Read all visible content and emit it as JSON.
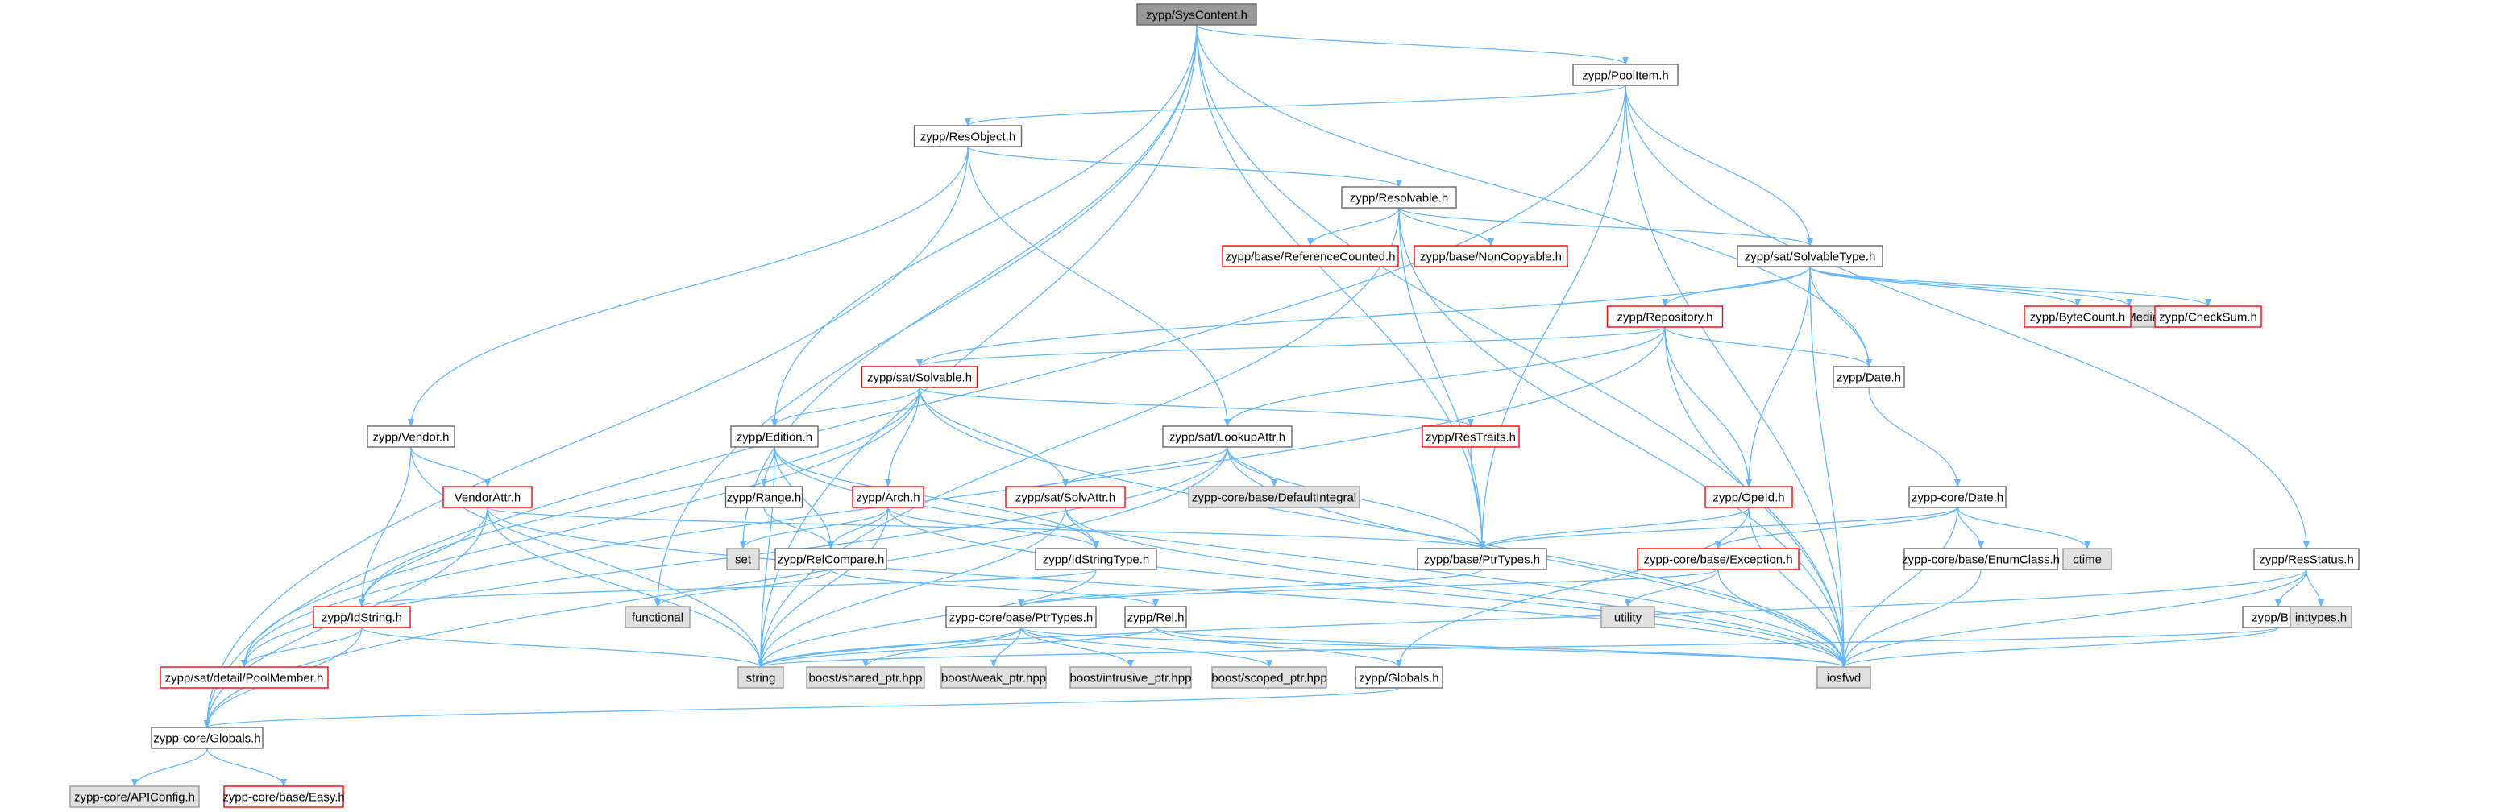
{
  "title": "zypp/SysContent.h",
  "colors": {
    "edge": "#63B8FF",
    "box_border_normal": "#666666",
    "box_border_incomplete": "#FF0000",
    "box_fill": "#FFFFFF",
    "box_fill_system": "#E0E0E0",
    "box_border_system": "#999999",
    "box_fill_root": "#999999",
    "box_border_root": "#666666"
  },
  "nodes": [
    {
      "id": "syscontent",
      "label": "zypp/SysContent.h",
      "kind": "root"
    },
    {
      "id": "poolitem",
      "label": "zypp/PoolItem.h",
      "kind": "normal"
    },
    {
      "id": "resobject",
      "label": "zypp/ResObject.h",
      "kind": "normal"
    },
    {
      "id": "resolvable",
      "label": "zypp/Resolvable.h",
      "kind": "normal"
    },
    {
      "id": "refcounted",
      "label": "zypp/base/ReferenceCounted.h",
      "kind": "incomplete"
    },
    {
      "id": "noncopyable",
      "label": "zypp/base/NonCopyable.h",
      "kind": "incomplete"
    },
    {
      "id": "solvabletype",
      "label": "zypp/sat/SolvableType.h",
      "kind": "normal"
    },
    {
      "id": "onmedia",
      "label": "zypp-core/OnMediaLocation",
      "kind": "system"
    },
    {
      "id": "bytecount",
      "label": "zypp/ByteCount.h",
      "kind": "incomplete"
    },
    {
      "id": "checksum",
      "label": "zypp/CheckSum.h",
      "kind": "incomplete"
    },
    {
      "id": "repository",
      "label": "zypp/Repository.h",
      "kind": "incomplete"
    },
    {
      "id": "date",
      "label": "zypp/Date.h",
      "kind": "normal"
    },
    {
      "id": "solvable",
      "label": "zypp/sat/Solvable.h",
      "kind": "incomplete"
    },
    {
      "id": "vendor",
      "label": "zypp/Vendor.h",
      "kind": "normal"
    },
    {
      "id": "edition",
      "label": "zypp/Edition.h",
      "kind": "normal"
    },
    {
      "id": "lookupattr",
      "label": "zypp/sat/LookupAttr.h",
      "kind": "normal"
    },
    {
      "id": "restraits",
      "label": "zypp/ResTraits.h",
      "kind": "incomplete"
    },
    {
      "id": "vendorattr",
      "label": "VendorAttr.h",
      "kind": "incomplete"
    },
    {
      "id": "range",
      "label": "zypp/Range.h",
      "kind": "normal"
    },
    {
      "id": "arch",
      "label": "zypp/Arch.h",
      "kind": "incomplete"
    },
    {
      "id": "solvattr",
      "label": "zypp/sat/SolvAttr.h",
      "kind": "incomplete"
    },
    {
      "id": "defaultintegral",
      "label": "zypp-core/base/DefaultIntegral",
      "kind": "system"
    },
    {
      "id": "opeid",
      "label": "zypp/OpeId.h",
      "kind": "incomplete"
    },
    {
      "id": "coredate",
      "label": "zypp-core/Date.h",
      "kind": "normal"
    },
    {
      "id": "set",
      "label": "set",
      "kind": "system"
    },
    {
      "id": "relcompare",
      "label": "zypp/RelCompare.h",
      "kind": "normal"
    },
    {
      "id": "idstringtype",
      "label": "zypp/IdStringType.h",
      "kind": "normal"
    },
    {
      "id": "ptrtypes",
      "label": "zypp/base/PtrTypes.h",
      "kind": "normal"
    },
    {
      "id": "exception",
      "label": "zypp-core/base/Exception.h",
      "kind": "incomplete"
    },
    {
      "id": "enumclass",
      "label": "zypp-core/base/EnumClass.h",
      "kind": "normal"
    },
    {
      "id": "ctime",
      "label": "ctime",
      "kind": "system"
    },
    {
      "id": "resstatus",
      "label": "zypp/ResStatus.h",
      "kind": "normal"
    },
    {
      "id": "idstring",
      "label": "zypp/IdString.h",
      "kind": "incomplete"
    },
    {
      "id": "functional",
      "label": "functional",
      "kind": "system"
    },
    {
      "id": "coreptrtypes",
      "label": "zypp-core/base/PtrTypes.h",
      "kind": "normal"
    },
    {
      "id": "rel",
      "label": "zypp/Rel.h",
      "kind": "normal"
    },
    {
      "id": "utility",
      "label": "utility",
      "kind": "system"
    },
    {
      "id": "bit",
      "label": "zypp/Bit.h",
      "kind": "normal"
    },
    {
      "id": "inttypes",
      "label": "inttypes.h",
      "kind": "system"
    },
    {
      "id": "poolmember",
      "label": "zypp/sat/detail/PoolMember.h",
      "kind": "incomplete"
    },
    {
      "id": "string",
      "label": "string",
      "kind": "system"
    },
    {
      "id": "sharedptr",
      "label": "boost/shared_ptr.hpp",
      "kind": "system"
    },
    {
      "id": "weakptr",
      "label": "boost/weak_ptr.hpp",
      "kind": "system"
    },
    {
      "id": "intrusiveptr",
      "label": "boost/intrusive_ptr.hpp",
      "kind": "system"
    },
    {
      "id": "scopedptr",
      "label": "boost/scoped_ptr.hpp",
      "kind": "system"
    },
    {
      "id": "globals",
      "label": "zypp/Globals.h",
      "kind": "normal"
    },
    {
      "id": "iosfwd",
      "label": "iosfwd",
      "kind": "system"
    },
    {
      "id": "coreglobals",
      "label": "zypp-core/Globals.h",
      "kind": "normal"
    },
    {
      "id": "apiconfig",
      "label": "zypp-core/APIConfig.h",
      "kind": "system"
    },
    {
      "id": "easy",
      "label": "zypp-core/base/Easy.h",
      "kind": "incomplete"
    }
  ],
  "edges": [
    [
      "syscontent",
      "poolitem"
    ],
    [
      "syscontent",
      "date"
    ],
    [
      "syscontent",
      "iosfwd"
    ],
    [
      "syscontent",
      "ptrtypes"
    ],
    [
      "syscontent",
      "edition"
    ],
    [
      "syscontent",
      "set"
    ],
    [
      "syscontent",
      "string"
    ],
    [
      "syscontent",
      "functional"
    ],
    [
      "poolitem",
      "resobject"
    ],
    [
      "poolitem",
      "solvabletype"
    ],
    [
      "poolitem",
      "resstatus"
    ],
    [
      "poolitem",
      "ptrtypes"
    ],
    [
      "poolitem",
      "iosfwd"
    ],
    [
      "poolitem",
      "coreglobals"
    ],
    [
      "resobject",
      "resolvable"
    ],
    [
      "resobject",
      "vendor"
    ],
    [
      "resobject",
      "lookupattr"
    ],
    [
      "resobject",
      "coreglobals"
    ],
    [
      "resolvable",
      "refcounted"
    ],
    [
      "resolvable",
      "noncopyable"
    ],
    [
      "resolvable",
      "solvabletype"
    ],
    [
      "resolvable",
      "ptrtypes"
    ],
    [
      "resolvable",
      "iosfwd"
    ],
    [
      "resolvable",
      "string"
    ],
    [
      "solvabletype",
      "onmedia"
    ],
    [
      "solvabletype",
      "bytecount"
    ],
    [
      "solvabletype",
      "checksum"
    ],
    [
      "solvabletype",
      "repository"
    ],
    [
      "solvabletype",
      "date"
    ],
    [
      "solvabletype",
      "solvable"
    ],
    [
      "solvabletype",
      "opeid"
    ],
    [
      "solvabletype",
      "iosfwd"
    ],
    [
      "repository",
      "date"
    ],
    [
      "repository",
      "solvable"
    ],
    [
      "repository",
      "lookupattr"
    ],
    [
      "repository",
      "opeid"
    ],
    [
      "repository",
      "iosfwd"
    ],
    [
      "repository",
      "poolmember"
    ],
    [
      "date",
      "coredate"
    ],
    [
      "solvable",
      "edition"
    ],
    [
      "solvable",
      "restraits"
    ],
    [
      "solvable",
      "arch"
    ],
    [
      "solvable",
      "solvattr"
    ],
    [
      "solvable",
      "idstring"
    ],
    [
      "solvable",
      "poolmember"
    ],
    [
      "solvable",
      "iosfwd"
    ],
    [
      "vendor",
      "vendorattr"
    ],
    [
      "vendor",
      "idstring"
    ],
    [
      "vendor",
      "string"
    ],
    [
      "edition",
      "range"
    ],
    [
      "edition",
      "relcompare"
    ],
    [
      "edition",
      "idstringtype"
    ],
    [
      "edition",
      "iosfwd"
    ],
    [
      "edition",
      "string"
    ],
    [
      "lookupattr",
      "defaultintegral"
    ],
    [
      "lookupattr",
      "solvattr"
    ],
    [
      "lookupattr",
      "ptrtypes"
    ],
    [
      "lookupattr",
      "iosfwd"
    ],
    [
      "lookupattr",
      "poolmember"
    ],
    [
      "lookupattr",
      "coreglobals"
    ],
    [
      "restraits",
      "ptrtypes"
    ],
    [
      "vendorattr",
      "idstring"
    ],
    [
      "vendorattr",
      "ptrtypes"
    ],
    [
      "vendorattr",
      "string"
    ],
    [
      "vendorattr",
      "iosfwd"
    ],
    [
      "vendorattr",
      "coreglobals"
    ],
    [
      "range",
      "relcompare"
    ],
    [
      "arch",
      "set"
    ],
    [
      "arch",
      "relcompare"
    ],
    [
      "arch",
      "idstringtype"
    ],
    [
      "arch",
      "string"
    ],
    [
      "arch",
      "iosfwd"
    ],
    [
      "solvattr",
      "idstringtype"
    ],
    [
      "solvattr",
      "string"
    ],
    [
      "solvattr",
      "iosfwd"
    ],
    [
      "opeid",
      "ptrtypes"
    ],
    [
      "opeid",
      "iosfwd"
    ],
    [
      "opeid",
      "globals"
    ],
    [
      "coredate",
      "exception"
    ],
    [
      "coredate",
      "enumclass"
    ],
    [
      "coredate",
      "ctime"
    ],
    [
      "coredate",
      "iosfwd"
    ],
    [
      "coredate",
      "ptrtypes"
    ],
    [
      "relcompare",
      "functional"
    ],
    [
      "relcompare",
      "rel"
    ],
    [
      "idstringtype",
      "idstring"
    ],
    [
      "idstringtype",
      "string"
    ],
    [
      "ptrtypes",
      "coreptrtypes"
    ],
    [
      "exception",
      "utility"
    ],
    [
      "exception",
      "iosfwd"
    ],
    [
      "exception",
      "coreptrtypes"
    ],
    [
      "enumclass",
      "iosfwd"
    ],
    [
      "resstatus",
      "bit"
    ],
    [
      "resstatus",
      "inttypes"
    ],
    [
      "resstatus",
      "iosfwd"
    ],
    [
      "resstatus",
      "string"
    ],
    [
      "idstring",
      "poolmember"
    ],
    [
      "idstring",
      "string"
    ],
    [
      "idstring",
      "coreglobals"
    ],
    [
      "coreptrtypes",
      "string"
    ],
    [
      "coreptrtypes",
      "sharedptr"
    ],
    [
      "coreptrtypes",
      "weakptr"
    ],
    [
      "coreptrtypes",
      "intrusiveptr"
    ],
    [
      "coreptrtypes",
      "scopedptr"
    ],
    [
      "coreptrtypes",
      "iosfwd"
    ],
    [
      "rel",
      "iosfwd"
    ],
    [
      "rel",
      "string"
    ],
    [
      "rel",
      "globals"
    ],
    [
      "bit",
      "iosfwd"
    ],
    [
      "bit",
      "string"
    ],
    [
      "globals",
      "coreglobals"
    ],
    [
      "coreglobals",
      "apiconfig"
    ],
    [
      "coreglobals",
      "easy"
    ]
  ]
}
